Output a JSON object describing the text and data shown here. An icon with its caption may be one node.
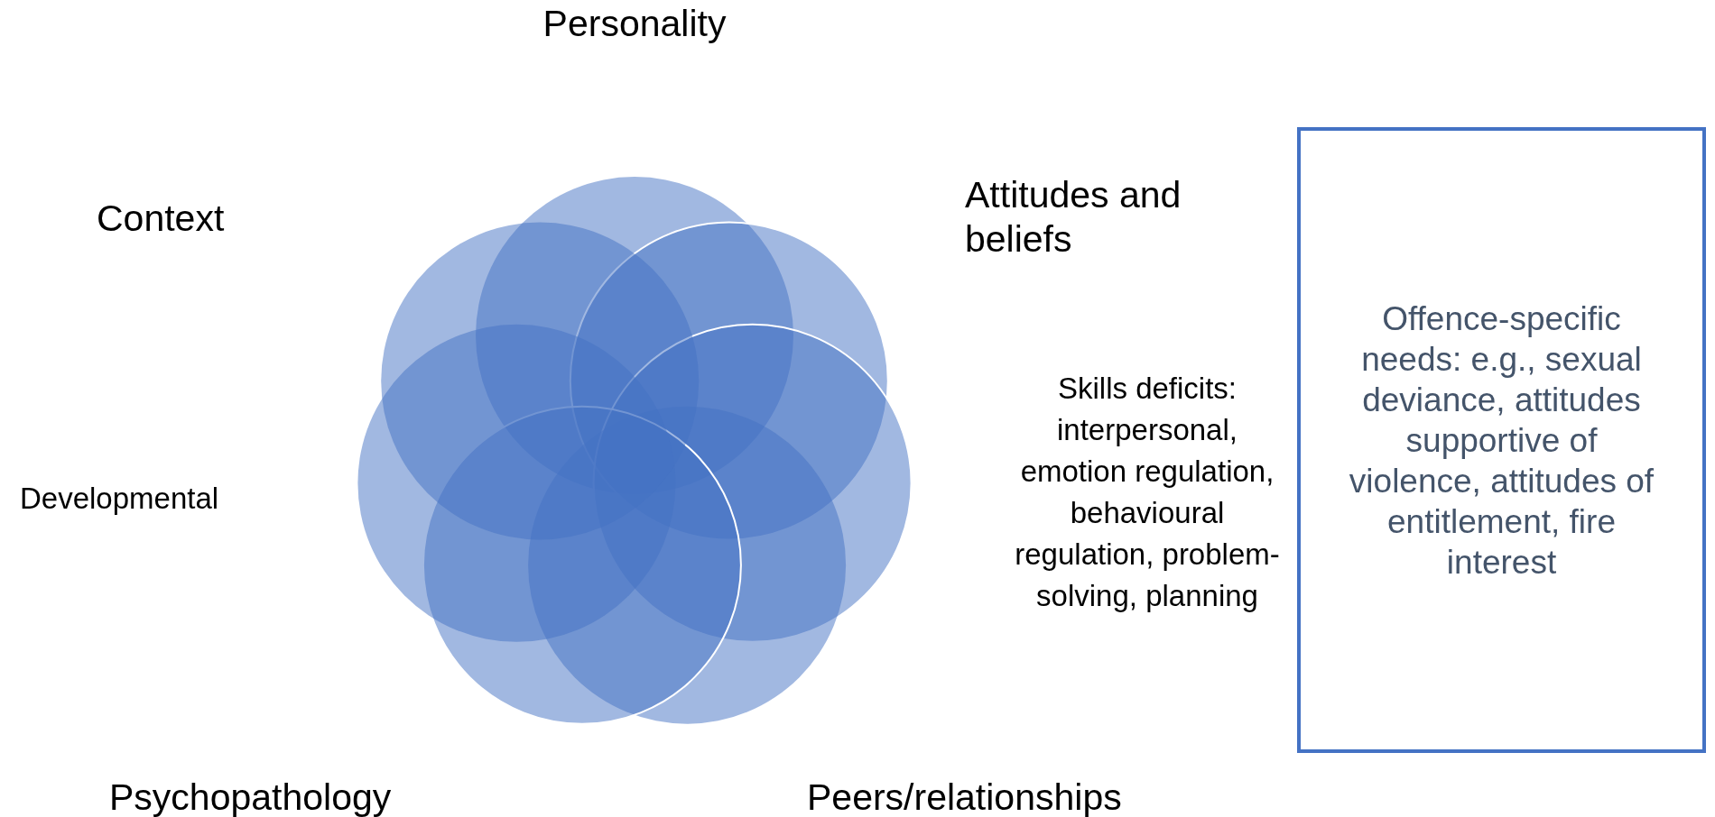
{
  "diagram": {
    "nodes": [
      {
        "text": [
          "Offence-specific needs: e.g., sexual deviance, attitudes supportive of violence, attitudes of entitlement, fire interest"
        ]
      }
    ],
    "edges": [],
    "labels": [
      "Personality",
      "Context",
      "Attitudes and beliefs",
      "Skills deficits: interpersonal, emotion regulation, behavioural regulation, problem-solving, planning",
      "Developmental",
      "Psychopathology",
      "Peers/relationships"
    ]
  }
}
